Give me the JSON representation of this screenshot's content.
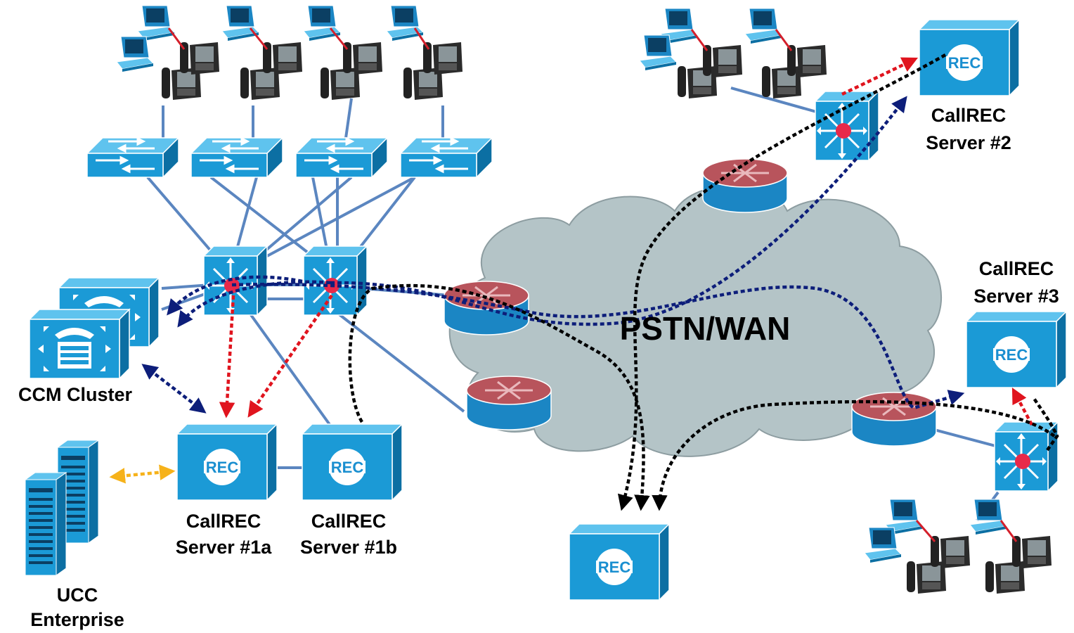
{
  "labels": {
    "cloud": "PSTN/WAN",
    "ccm_cluster": "CCM Cluster",
    "ucc": [
      "UCC",
      "Enterprise"
    ],
    "server_1a": [
      "CallREC",
      "Server #1a"
    ],
    "server_1b": [
      "CallREC",
      "Server #1b"
    ],
    "server_2": [
      "CallREC",
      "Server #2"
    ],
    "server_3": [
      "CallREC",
      "Server #3"
    ]
  },
  "rec_badge_text": "REC",
  "colors": {
    "device_blue": "#1b9ad6",
    "device_light": "#5fc3ee",
    "device_dark": "#0c6fa3",
    "router_red": "#b8545c",
    "cloud_fill": "#b4c4c7",
    "link_blue": "#5b86c0",
    "flow_red": "#e0141e",
    "flow_navy": "#0d1e7a",
    "flow_black": "#000000",
    "flow_orange": "#f6b21a"
  }
}
